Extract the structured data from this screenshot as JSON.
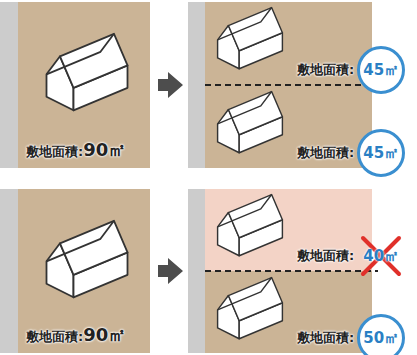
{
  "diagram": {
    "nodes": [
      {
        "text": [
          "敷地面積:",
          "90㎡"
        ]
      },
      {
        "text": [
          "敷地面積:"
        ]
      },
      {
        "text": [
          "45㎡"
        ],
        "in": 1
      },
      {
        "text": [
          "敷地面積:"
        ]
      },
      {
        "text": [
          "45㎡"
        ],
        "in": 3
      },
      {
        "text": [
          "敷地面積:",
          "90㎡"
        ]
      },
      {
        "text": [
          "敷地面積:"
        ]
      },
      {
        "text": [
          "40㎡"
        ],
        "in": 6
      },
      {
        "text": [
          "敷地面積:"
        ]
      },
      {
        "text": [
          "50㎡"
        ],
        "in": 8
      }
    ]
  }
}
